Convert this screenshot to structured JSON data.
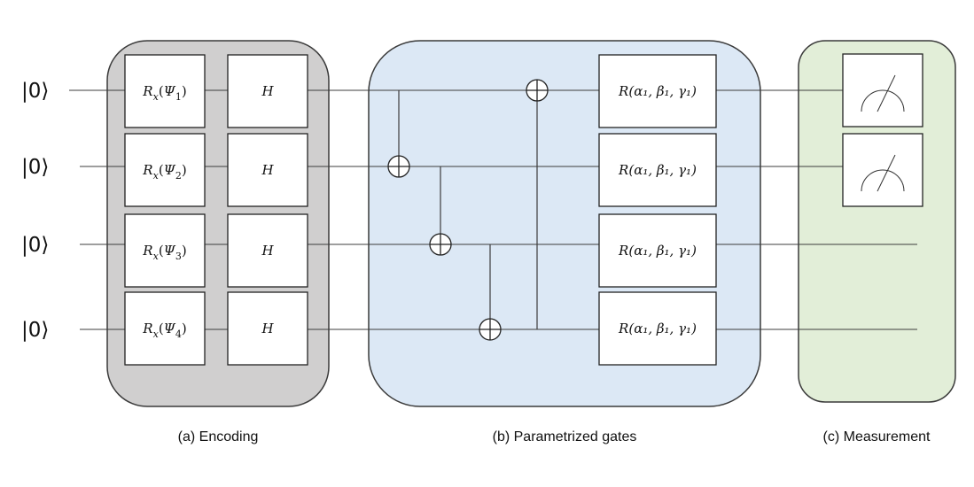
{
  "qubits": [
    "|0⟩",
    "|0⟩",
    "|0⟩",
    "|0⟩"
  ],
  "encoding": {
    "rx_gates": [
      {
        "base": "R",
        "sub": "x",
        "arg": "Ψ",
        "idx": "1"
      },
      {
        "base": "R",
        "sub": "x",
        "arg": "Ψ",
        "idx": "2"
      },
      {
        "base": "R",
        "sub": "x",
        "arg": "Ψ",
        "idx": "3"
      },
      {
        "base": "R",
        "sub": "x",
        "arg": "Ψ",
        "idx": "4"
      }
    ],
    "h_gates": [
      "H",
      "H",
      "H",
      "H"
    ],
    "caption": "(a) Encoding",
    "panel_color": "#d0cfcf"
  },
  "parametrized": {
    "cnots": [
      {
        "control_qubit": 1,
        "target_qubit": 2
      },
      {
        "control_qubit": 2,
        "target_qubit": 3
      },
      {
        "control_qubit": 3,
        "target_qubit": 4
      },
      {
        "control_qubit": 4,
        "target_qubit": 1
      }
    ],
    "r_gates": [
      "R(α₁, β₁, γ₁)",
      "R(α₁, β₁, γ₁)",
      "R(α₁, β₁, γ₁)",
      "R(α₁, β₁, γ₁)"
    ],
    "caption": "(b) Parametrized gates",
    "panel_color": "#dce8f5"
  },
  "measurement": {
    "measured_qubits": [
      1,
      2
    ],
    "caption": "(c) Measurement",
    "panel_color": "#e2eed8"
  }
}
